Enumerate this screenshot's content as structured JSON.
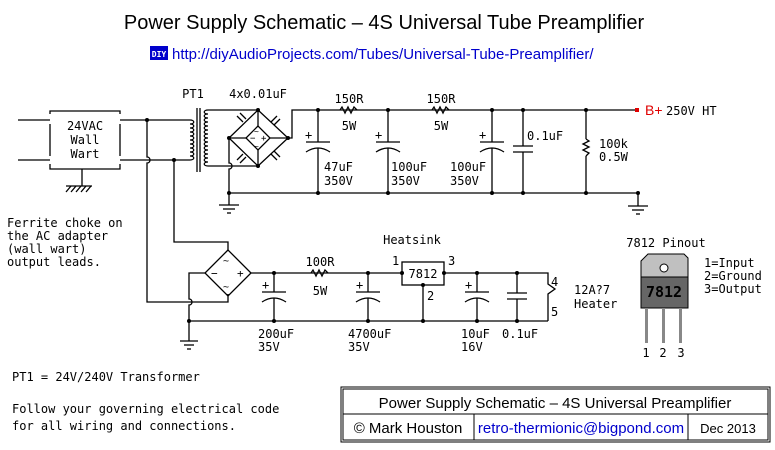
{
  "header": {
    "title": "Power Supply Schematic – 4S Universal Tube Preamplifier",
    "badge": "DIY",
    "url": "http://diyAudioProjects.com/Tubes/Universal-Tube-Preamplifier/"
  },
  "components": {
    "wall_wart": [
      "24VAC",
      "Wall",
      "Wart"
    ],
    "transformer": "PT1",
    "bridge_caps": "4x0.01uF",
    "r1": {
      "value": "150R",
      "power": "5W"
    },
    "r2": {
      "value": "150R",
      "power": "5W"
    },
    "c1": {
      "value": "47uF",
      "voltage": "350V"
    },
    "c2": {
      "value": "100uF",
      "voltage": "350V"
    },
    "c3": {
      "value": "100uF",
      "voltage": "350V"
    },
    "c4": {
      "value": "0.1uF"
    },
    "r_bleed": {
      "value": "100k",
      "power": "0.5W"
    },
    "output": {
      "label": "B+",
      "value": "250V HT"
    },
    "heatsink": "Heatsink",
    "regulator": "7812",
    "reg_pins": {
      "in": "1",
      "gnd": "2",
      "out": "3"
    },
    "r3": {
      "value": "100R",
      "power": "5W"
    },
    "c5": {
      "value": "200uF",
      "voltage": "35V"
    },
    "c6": {
      "value": "4700uF",
      "voltage": "35V"
    },
    "c7": {
      "value": "10uF",
      "voltage": "16V"
    },
    "c8": {
      "value": "0.1uF"
    },
    "heater": {
      "pin_a": "4",
      "pin_b": "5",
      "line1": "12A?7",
      "line2": "Heater"
    },
    "plus": "+",
    "minus": "−",
    "tilde": "~"
  },
  "pinout": {
    "title": "7812 Pinout",
    "package_label": "7812",
    "legend": [
      "1=Input",
      "2=Ground",
      "3=Output"
    ],
    "pins": [
      "1",
      "2",
      "3"
    ]
  },
  "notes": {
    "ferrite": [
      "Ferrite choke on",
      "the AC adapter",
      "(wall wart)",
      "output leads."
    ],
    "pt1": "PT1 = 24V/240V Transformer",
    "code": [
      "Follow your governing electrical code",
      "for all wiring and connections."
    ]
  },
  "title_block": {
    "title": "Power Supply Schematic – 4S Universal  Preamplifier",
    "author": "© Mark Houston",
    "email": "retro-thermionic@bigpond.com",
    "date": "Dec 2013"
  },
  "colors": {
    "link": "#0000cc",
    "b_plus": "#e00000",
    "package_body": "#666666",
    "package_tab": "#c0c0c0"
  }
}
